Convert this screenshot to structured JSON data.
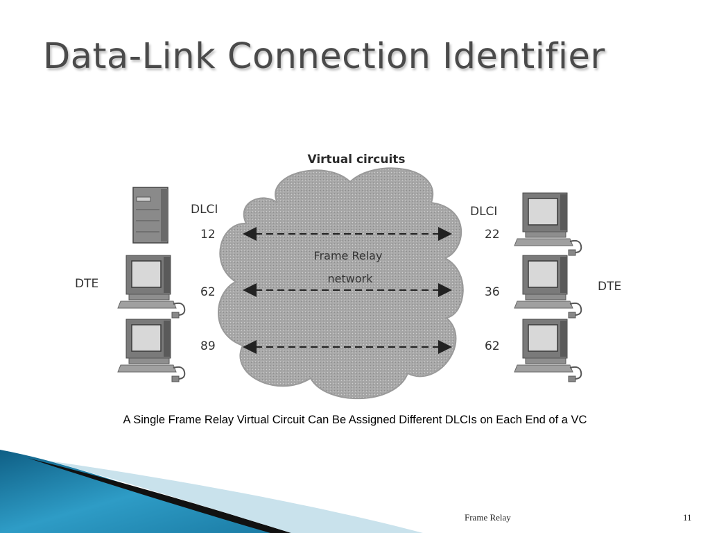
{
  "slide": {
    "title": "Data-Link Connection Identifier",
    "caption": "A Single Frame Relay Virtual Circuit Can Be Assigned Different DLCIs on Each End of a VC",
    "footer_text": "Frame Relay",
    "page_number": "11"
  },
  "diagram": {
    "heading": "Virtual circuits",
    "cloud_label_line1": "Frame Relay",
    "cloud_label_line2": "network",
    "left_dlci_header": "DLCI",
    "right_dlci_header": "DLCI",
    "left_dte_label": "DTE",
    "right_dte_label": "DTE",
    "left_dlcis": [
      "12",
      "62",
      "89"
    ],
    "right_dlcis": [
      "22",
      "36",
      "62"
    ]
  },
  "colors": {
    "title": "#4a4a4a",
    "cloud": "#a9a9a9",
    "accent_teal": "#1f7fa6"
  }
}
